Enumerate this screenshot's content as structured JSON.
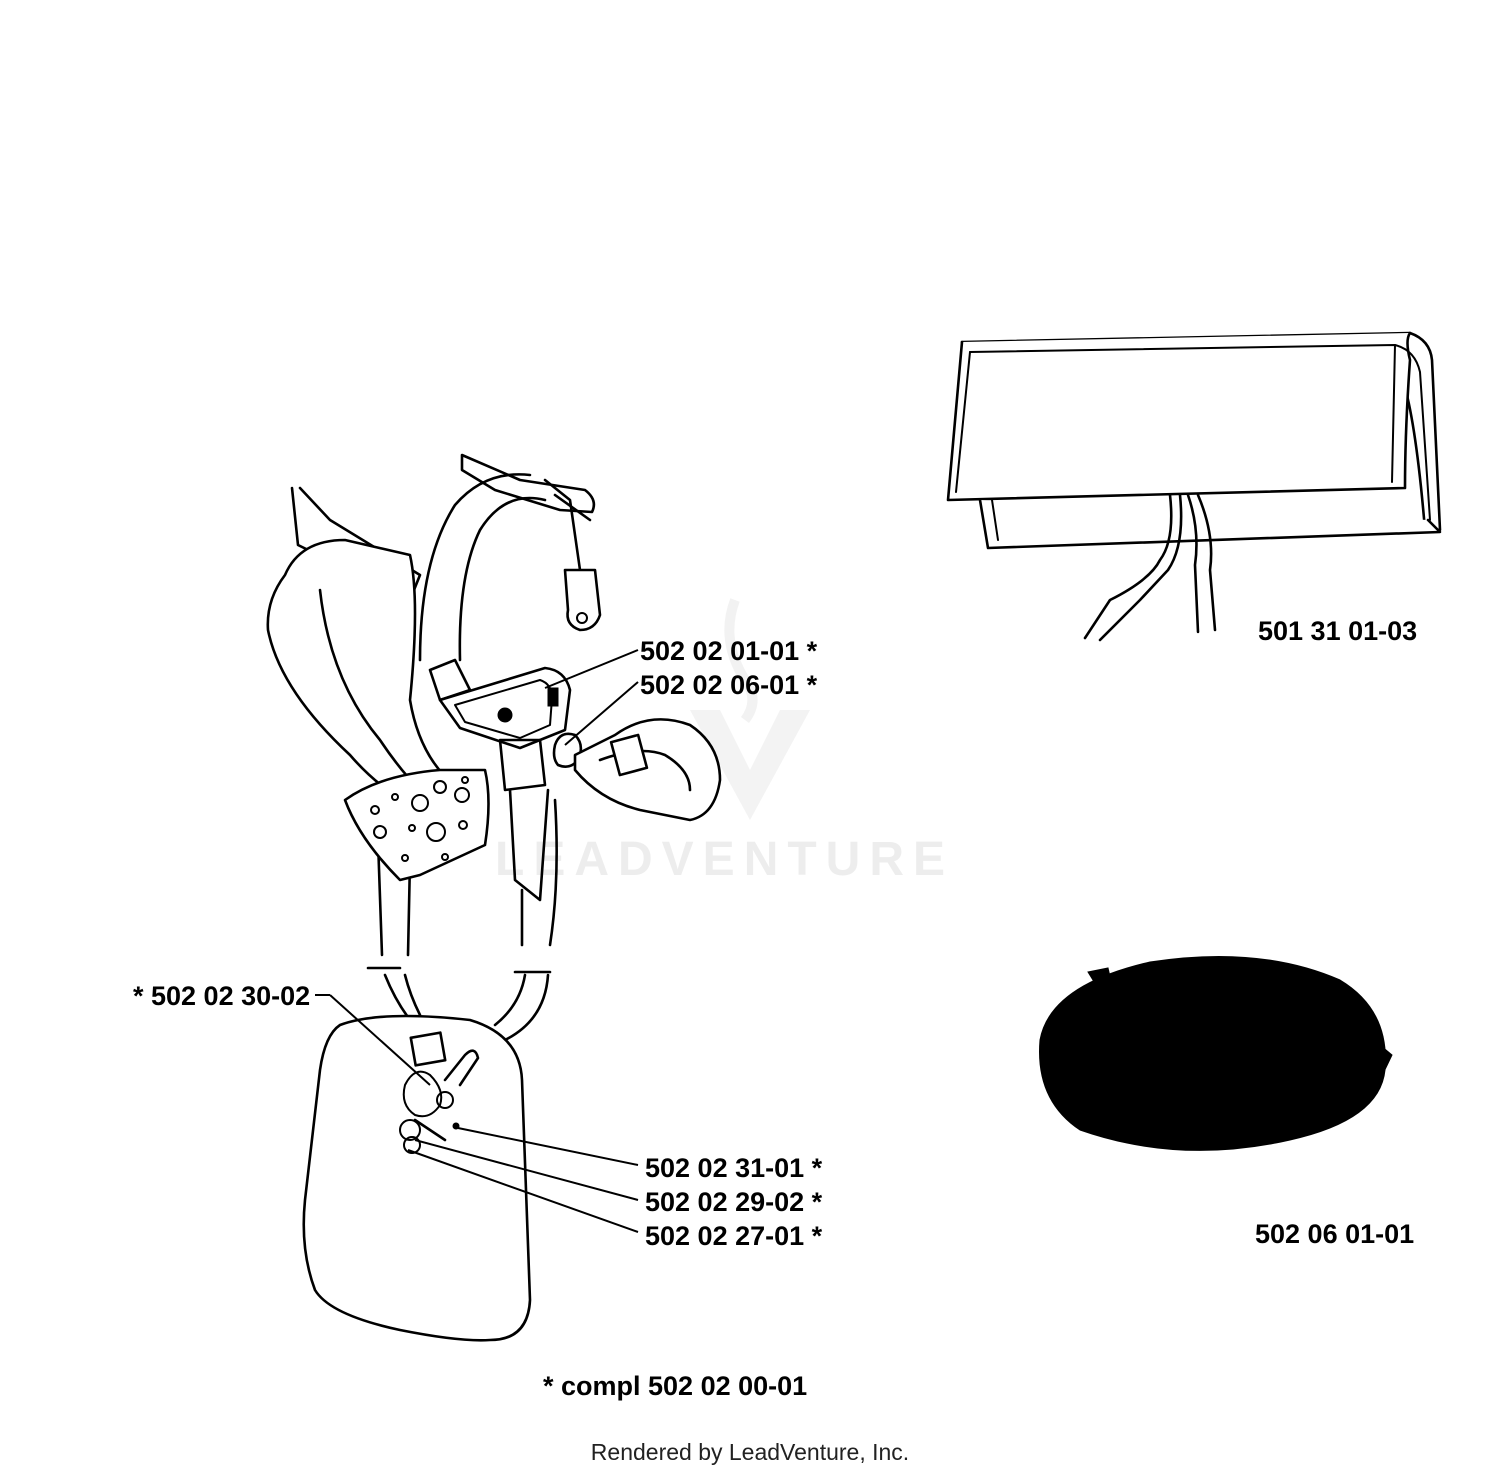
{
  "labels": {
    "strap_buckle": "502 02 01-01  *",
    "hook": "502 02 06-01  *",
    "clip": "*  502 02 30-02",
    "part_31": "502 02 31-01  *",
    "part_29": "502 02 29-02  *",
    "part_27": "502 02 27-01  *",
    "bag": "501 31 01-03",
    "disc": "502 06 01-01",
    "complete": "*  compl 502 02 00-01"
  },
  "watermark": "LEADVENTURE",
  "footer": "Rendered by LeadVenture, Inc.",
  "colors": {
    "line": "#000000",
    "watermark": "#d8d8d8",
    "background": "#ffffff"
  }
}
